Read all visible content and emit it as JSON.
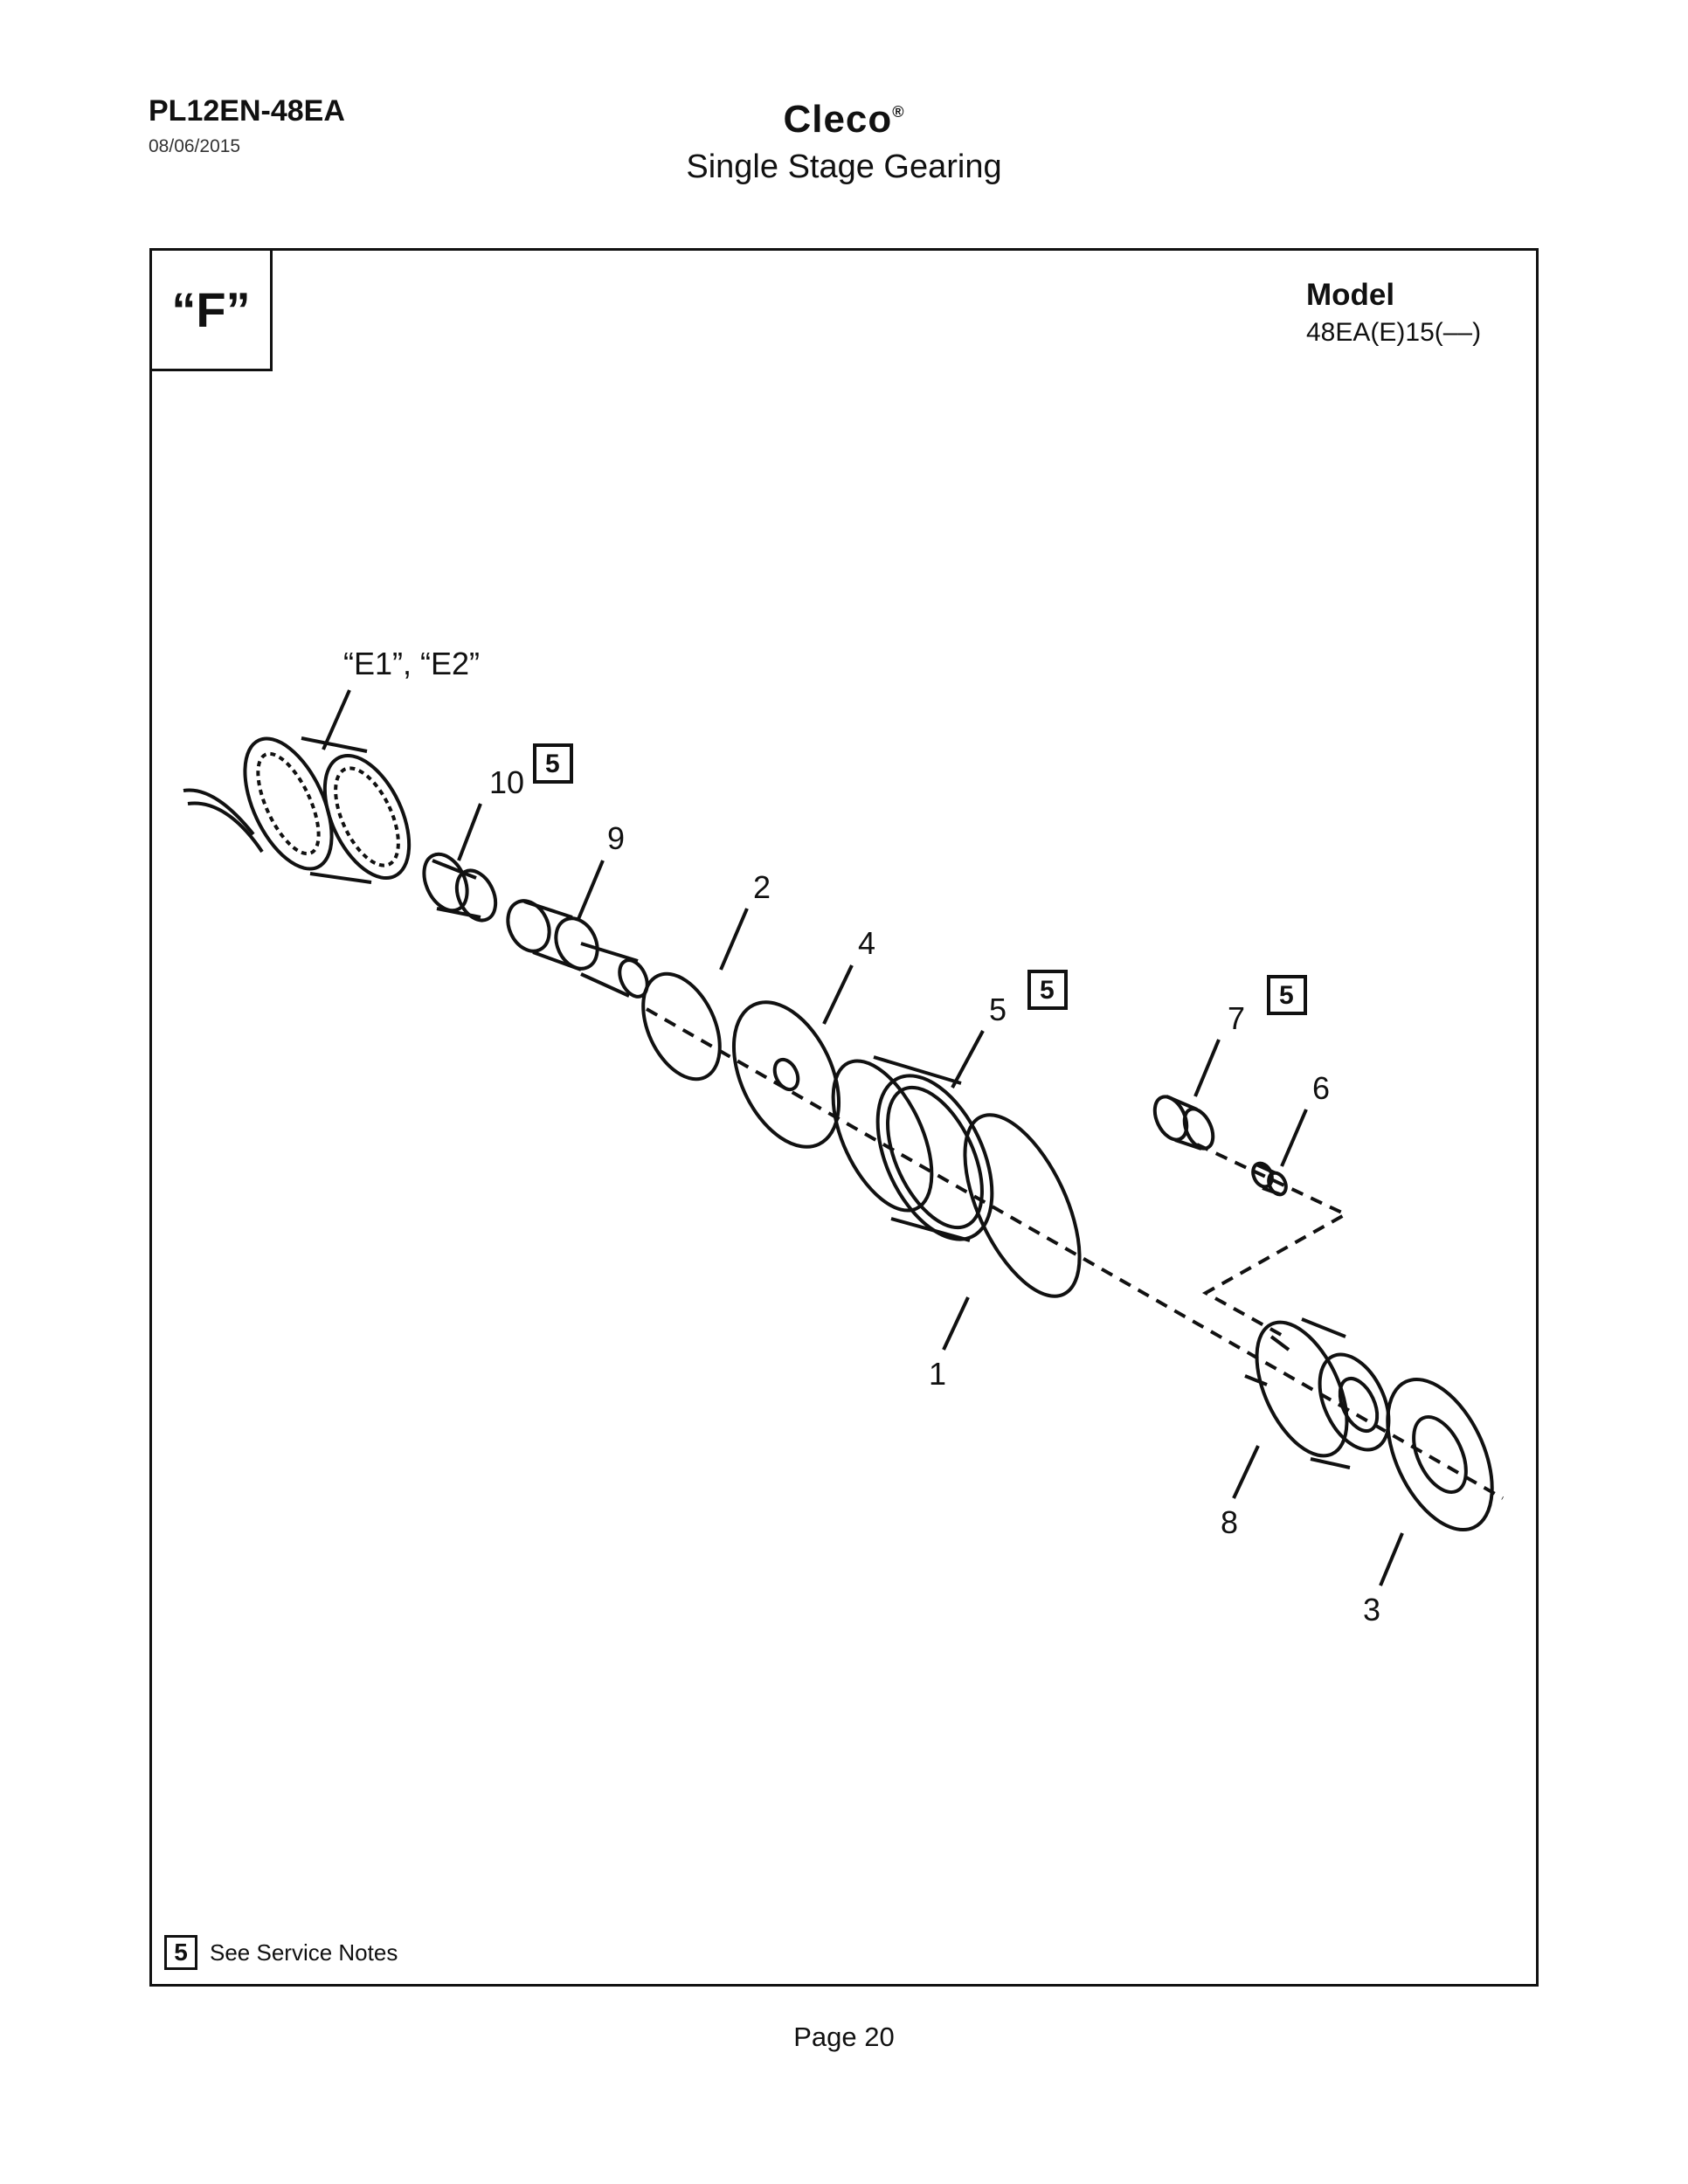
{
  "header": {
    "doc_id": "PL12EN-48EA",
    "date": "08/06/2015",
    "brand": "Cleco",
    "brand_mark": "®",
    "title": "Single Stage Gearing"
  },
  "section": {
    "label": "“F”"
  },
  "model": {
    "label": "Model",
    "value": "48EA(E)15(––)"
  },
  "diagram": {
    "reference_label": "“E1”, “E2”",
    "callouts": {
      "p1": "1",
      "p2": "2",
      "p3": "3",
      "p4": "4",
      "p5": "5",
      "p6": "6",
      "p7": "7",
      "p8": "8",
      "p9": "9",
      "p10": "10"
    },
    "service_note_number": "5"
  },
  "legend": {
    "number": "5",
    "text": "See Service Notes"
  },
  "footer": {
    "page": "Page 20"
  }
}
